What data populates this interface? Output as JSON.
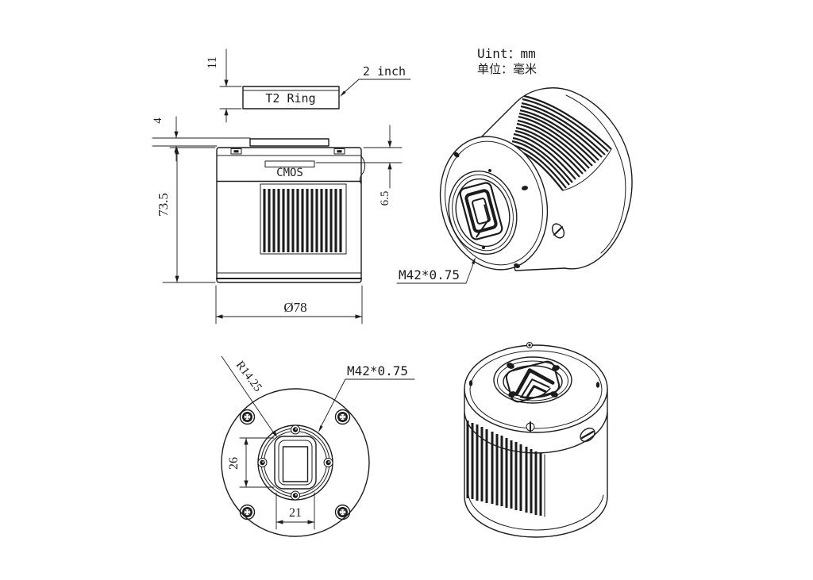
{
  "palette": {
    "ink": "#1c1c1c",
    "paper": "#ffffff"
  },
  "notes": {
    "unit_line1": "Uint：mm",
    "unit_line2": "单位：毫米"
  },
  "side_view": {
    "labels": {
      "t2_ring": "T2 Ring",
      "two_inch": "2 inch",
      "cmos": "CMOS"
    },
    "dims": {
      "t2_height": "11",
      "plate_gap": "4",
      "body_height": "73.5",
      "flange_depth": "6.5",
      "diameter": "Ø78"
    }
  },
  "iso_front_view": {
    "labels": {
      "thread": "M42*0.75"
    }
  },
  "front_view": {
    "labels": {
      "thread": "M42*0.75"
    },
    "dims": {
      "opening_height": "26",
      "opening_width": "21",
      "corner_radius": "R14.25"
    }
  }
}
